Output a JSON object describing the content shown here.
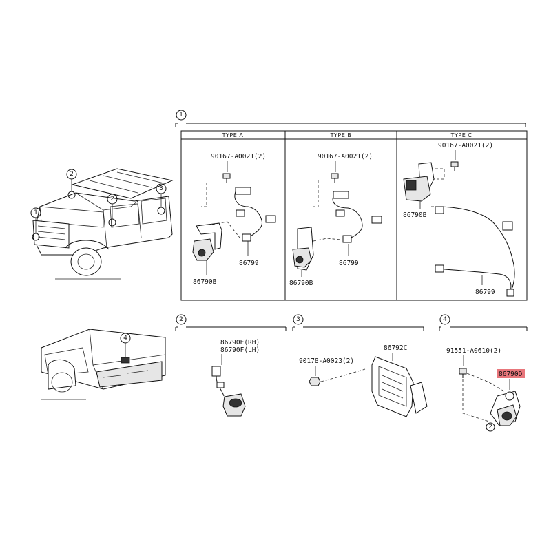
{
  "sections": {
    "s1": {
      "callout": "1",
      "types": [
        "TYPE A",
        "TYPE B",
        "TYPE C"
      ]
    },
    "s2": {
      "callout": "2"
    },
    "s3": {
      "callout": "3"
    },
    "s4": {
      "callout": "4"
    }
  },
  "type_a": {
    "bolt": "90167-A0021(2)",
    "camera": "86790B",
    "harness": "86799"
  },
  "type_b": {
    "bolt": "90167-A0021(2)",
    "camera": "86790B",
    "harness": "86799"
  },
  "type_c": {
    "bolt": "90167-A0021(2)",
    "camera": "86790B",
    "harness": "86799"
  },
  "panel2": {
    "camera_rh": "86790E(RH)",
    "camera_lh": "86790F(LH)"
  },
  "panel3": {
    "bolt": "90178-A0023(2)",
    "module": "86792C"
  },
  "panel4": {
    "bolt": "91551-A0610(2)",
    "camera": "86790D",
    "callout": "2",
    "highlight_color": "#e0484f"
  },
  "truck_front": {
    "callouts": [
      "1",
      "2",
      "2",
      "3"
    ]
  },
  "truck_rear": {
    "callout": "4"
  }
}
